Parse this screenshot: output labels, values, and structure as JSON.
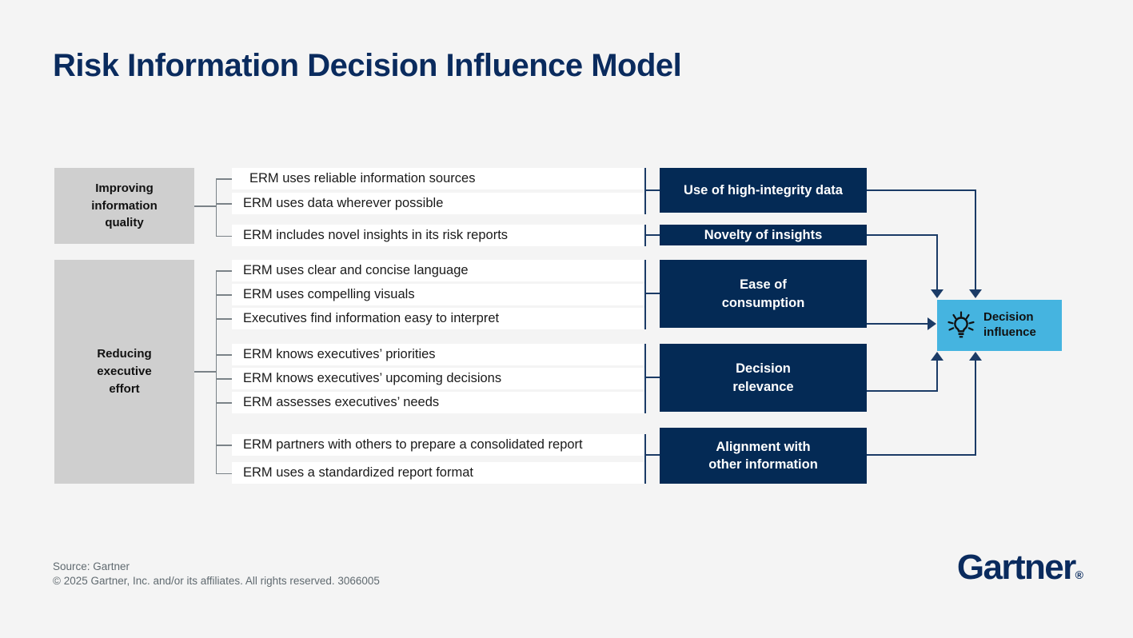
{
  "page": {
    "title": "Risk Information Decision Influence Model",
    "background_color": "#f4f4f4",
    "accent_navy": "#042a55",
    "accent_light_blue": "#45b4e0",
    "category_gray": "#cfcfcf"
  },
  "categories": [
    {
      "label": "Improving\ninformation\nquality"
    },
    {
      "label": "Reducing\nexecutive\neffort"
    }
  ],
  "statements": [
    {
      "text": "ERM uses reliable information sources"
    },
    {
      "text": "ERM uses data wherever possible"
    },
    {
      "text": "ERM includes novel insights in its risk reports"
    },
    {
      "text": "ERM uses clear and concise language"
    },
    {
      "text": "ERM uses compelling visuals"
    },
    {
      "text": "Executives find information easy to interpret"
    },
    {
      "text": "ERM knows executives’ priorities"
    },
    {
      "text": "ERM knows executives’ upcoming decisions"
    },
    {
      "text": "ERM assesses executives’ needs"
    },
    {
      "text": "ERM partners with others to prepare a consolidated report"
    },
    {
      "text": "ERM uses a standardized report format"
    }
  ],
  "concepts": [
    {
      "label": "Use of high-integrity data"
    },
    {
      "label": "Novelty of insights"
    },
    {
      "label": "Ease of\nconsumption"
    },
    {
      "label": "Decision\nrelevance"
    },
    {
      "label": "Alignment with\nother information"
    }
  ],
  "outcome": {
    "label": "Decision\ninfluence",
    "icon": "lightbulb-icon"
  },
  "footer": {
    "source": "Source: Gartner",
    "copyright": "© 2025 Gartner, Inc. and/or its affiliates. All rights reserved. 3066005",
    "logo_text": "Gartner",
    "logo_mark": "®"
  }
}
